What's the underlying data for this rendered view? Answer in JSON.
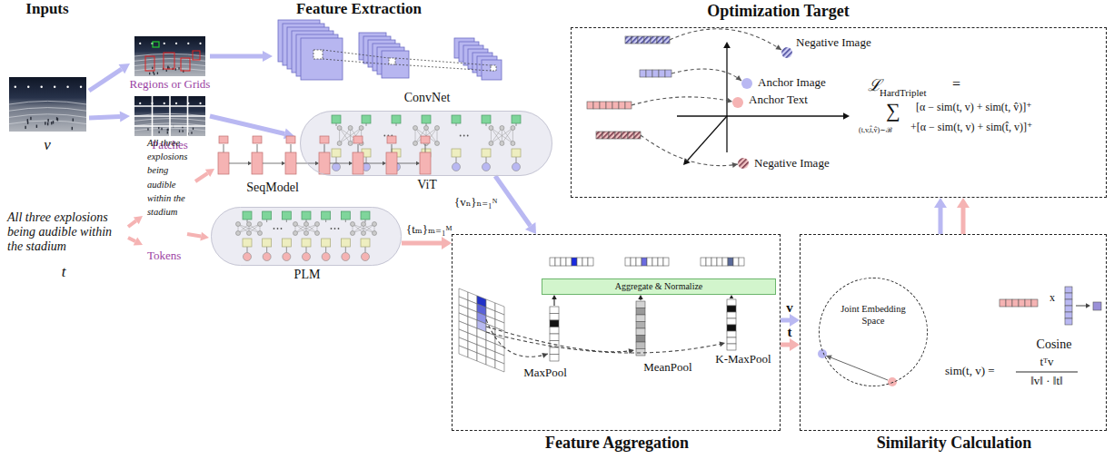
{
  "diagram": {
    "nodes": [
      {
        "text": [
          "Optimization Target"
        ]
      },
      {
        "text": [
          "ViT"
        ]
      },
      {
        "text": [
          "PLM"
        ]
      },
      {
        "text": [
          "Feature Aggregation"
        ]
      },
      {
        "text": [
          "Aggregate & Normalize"
        ],
        "in": 3
      },
      {
        "text": [
          "Similarity Calculation"
        ]
      },
      {
        "text": [
          "Joint Embedding Space"
        ],
        "in": 5
      }
    ],
    "edges": [
      {
        "from": 1,
        "to": 3,
        "arrow": "to",
        "label": "{vₙ}ₙ₌₁ᴺ"
      },
      {
        "from": 2,
        "to": 3,
        "arrow": "to",
        "label": "{tₘ}ₘ₌₁ᴹ"
      },
      {
        "from": 3,
        "to": 5,
        "arrow": "to",
        "label": "v"
      },
      {
        "from": 3,
        "to": 5,
        "arrow": "to",
        "label": "t"
      },
      {
        "from": 5,
        "to": 0,
        "arrow": "to"
      },
      {
        "from": 5,
        "to": 0,
        "arrow": "to"
      }
    ],
    "labels": [
      "Inputs",
      "Feature Extraction",
      "Regions or Grids",
      "Patches",
      "v",
      "ConvNet",
      "All three explosions being audible within the stadium",
      "t",
      "All three explosions being audible within the stadium",
      "Tokens",
      "SeqModel",
      "MaxPool",
      "MeanPool",
      "K-MaxPool",
      "Negative Image",
      "Anchor Image",
      "Anchor Text",
      "Negative Image",
      "ℒ",
      "HardTriplet",
      "=",
      "∑",
      "(t,v,t̂,v̂)∼ℬ",
      "[α − sim(t, v) + sim(t, v̂)]⁺",
      "+[α − sim(t, v) + sim(t̂, v)]⁺",
      "x",
      "Cosine",
      "sim(t, v) =",
      "tᵀv",
      "‖v‖ · ‖t‖"
    ]
  }
}
